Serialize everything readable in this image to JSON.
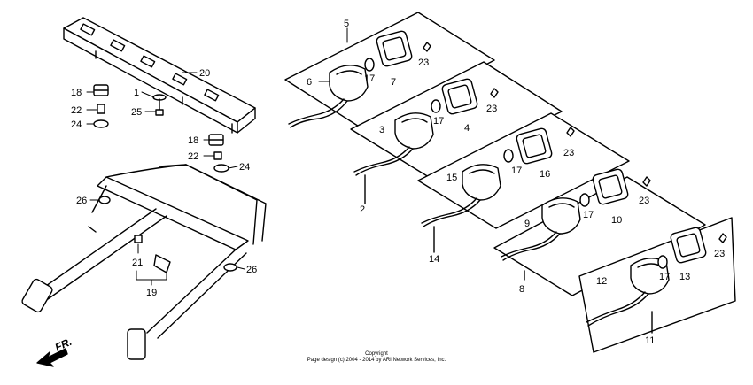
{
  "callouts": {
    "p5": "5",
    "p6": "6",
    "p7": "7",
    "p17a": "17",
    "p23a": "23",
    "p3": "3",
    "p4": "4",
    "p17b": "17",
    "p23b": "23",
    "p2": "2",
    "p15": "15",
    "p16": "16",
    "p17c": "17",
    "p23c": "23",
    "p14": "14",
    "p9": "9",
    "p10": "10",
    "p17d": "17",
    "p23d": "23",
    "p8": "8",
    "p12": "12",
    "p13": "13",
    "p17e": "17",
    "p23e": "23",
    "p11": "11",
    "p20": "20",
    "p1": "1",
    "p18a": "18",
    "p22a": "22",
    "p25": "25",
    "p24a": "24",
    "p18b": "18",
    "p22b": "22",
    "p24b": "24",
    "p26a": "26",
    "p26b": "26",
    "p21": "21",
    "p19": "19"
  },
  "direction_label": "FR.",
  "copyright": {
    "line1": "Copyright",
    "line2": "Page design (c) 2004 - 2014 by ARI Network Services, Inc."
  }
}
